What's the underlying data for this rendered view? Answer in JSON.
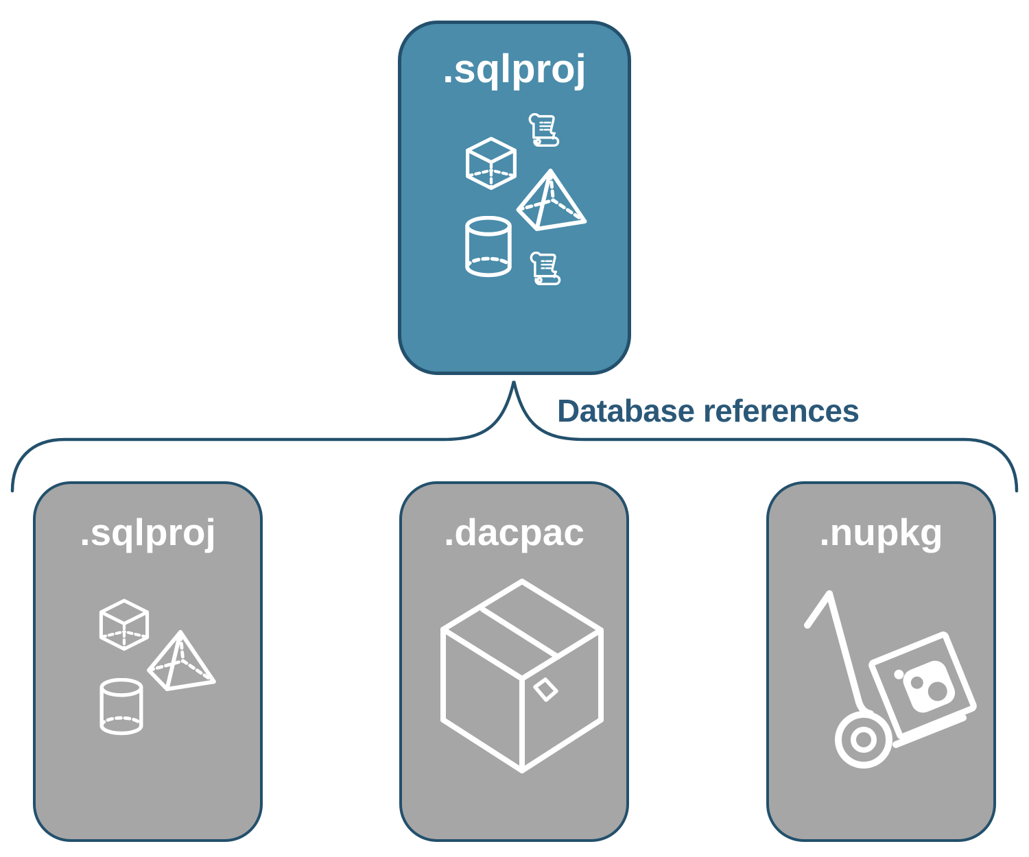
{
  "diagram": {
    "root_box": {
      "label": ".sqlproj",
      "icons": [
        "scroll-icon",
        "cube-icon",
        "pyramid-icon",
        "cylinder-icon",
        "scroll-icon"
      ]
    },
    "connector_label": "Database references",
    "child_boxes": [
      {
        "label": ".sqlproj",
        "icons": [
          "cube-icon",
          "pyramid-icon",
          "cylinder-icon"
        ]
      },
      {
        "label": ".dacpac",
        "icons": [
          "package-box-icon"
        ]
      },
      {
        "label": ".nupkg",
        "icons": [
          "hand-truck-icon"
        ]
      }
    ],
    "colors": {
      "root_fill": "#4a8caa",
      "child_fill": "#a6a6a6",
      "outline": "#23506c",
      "label_text": "#2b5878",
      "icon_color": "#ffffff",
      "background": "#ffffff"
    }
  }
}
